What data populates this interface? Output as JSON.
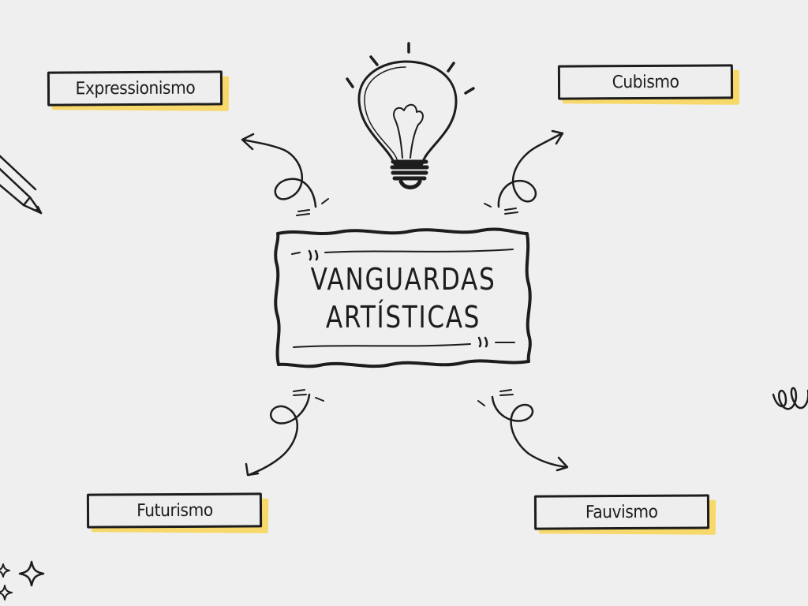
{
  "center": {
    "line1": "VANGUARDAS",
    "line2": "ARTÍSTICAS"
  },
  "branches": {
    "top_left": "Expressionismo",
    "top_right": "Cubismo",
    "bottom_left": "Futurismo",
    "bottom_right": "Fauvismo"
  },
  "colors": {
    "background": "#efefef",
    "ink": "#1d1d1d",
    "highlight": "#f7d86a"
  },
  "icons": [
    "light-bulb-icon",
    "pencil-icon",
    "sparkle-icon",
    "loop-doodle-icon",
    "curly-arrow-icon"
  ]
}
